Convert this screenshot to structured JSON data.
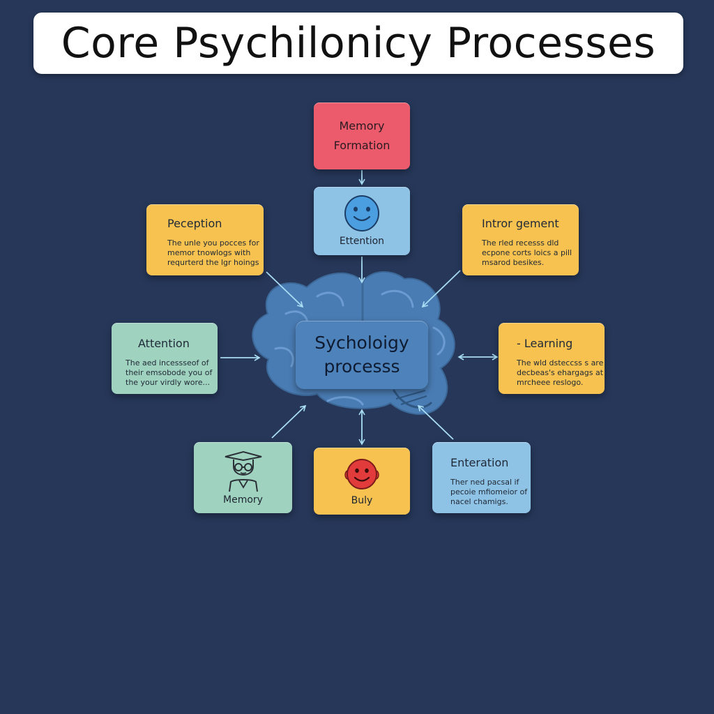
{
  "title": "Core Psychilonicy Processes",
  "center": {
    "line1": "Sycholoigy",
    "line2": "processs"
  },
  "nodes": {
    "memory_formation": {
      "line1": "Memory",
      "line2": "Formation"
    },
    "ettention": {
      "label": "Ettention",
      "icon": "smiley-face-icon"
    },
    "peception": {
      "heading": "Peception",
      "desc": [
        "The unle you pocces for",
        "memor tnowlogs with",
        "requrterd the lgr hoings"
      ]
    },
    "intror_gement": {
      "heading": "Intror gement",
      "desc": [
        "The rled recesss dld",
        "ecpone corts loics a pill",
        "msarod besikes."
      ]
    },
    "attention": {
      "heading": "Attention",
      "desc": [
        "The aed incessseof of",
        "their emsobode you of",
        "the your virdly wore..."
      ]
    },
    "learning": {
      "heading": "- Learning",
      "desc": [
        "The wld dsteccss s are",
        "decbeas's ehargags at",
        "mrcheee reslogo."
      ]
    },
    "memory": {
      "label": "Memory",
      "icon": "person-with-glasses-icon"
    },
    "buly": {
      "label": "Buly",
      "icon": "red-smiley-icon"
    },
    "enteration": {
      "heading": "Enteration",
      "desc": [
        "Ther ned pacsal if",
        "pecoie mfiomeior of",
        "nacel chamigs."
      ]
    }
  },
  "colors": {
    "background": "#263759",
    "red": "#ec5b6b",
    "blue": "#8fc3e6",
    "yellow": "#f7c24f",
    "green": "#9fd3c0",
    "brain": "#4a7cb4",
    "arrow": "#a9def5"
  }
}
